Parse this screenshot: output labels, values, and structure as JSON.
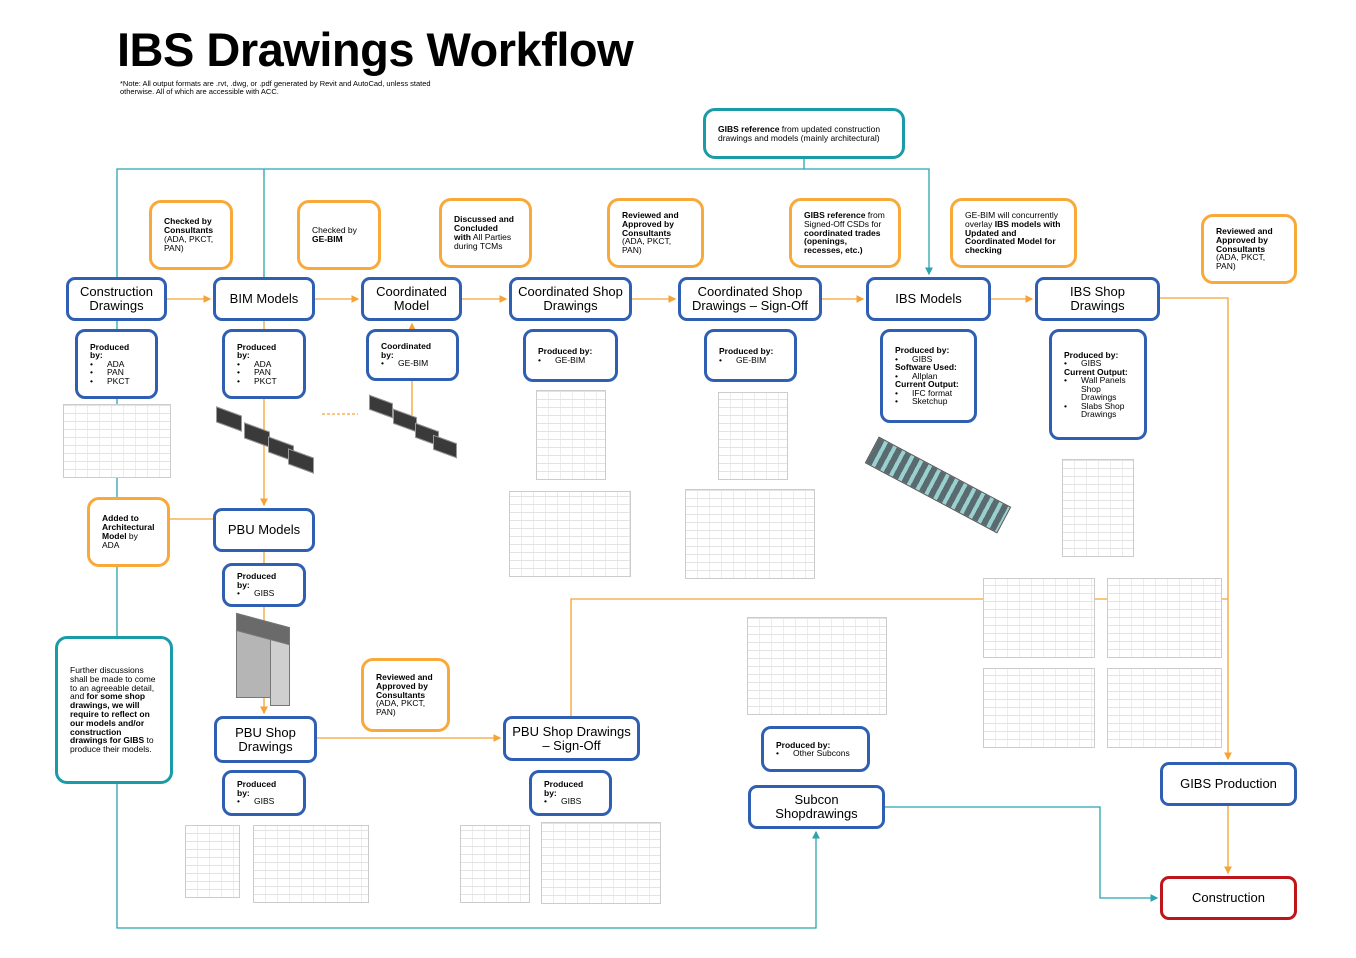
{
  "title": "IBS Drawings Workflow",
  "note": "*Note: All output formats are .rvt, .dwg, or .pdf generated by Revit and AutoCad, unless stated otherwise. All of which are accessible with ACC.",
  "colors": {
    "process_border": "#2f5fb3",
    "approval_border": "#f8a93a",
    "reference_border": "#1a9ca8",
    "final_border": "#c0141b",
    "flow_orange": "#f6a234",
    "flow_teal": "#2aa4b0"
  },
  "nodes": [
    {
      "id": "cd",
      "label": "Construction Drawings"
    },
    {
      "id": "bim",
      "label": "BIM Models"
    },
    {
      "id": "cm",
      "label": "Coordinated Model"
    },
    {
      "id": "csd",
      "label": "Coordinated Shop Drawings"
    },
    {
      "id": "csso",
      "label": "Coordinated Shop Drawings – Sign-Off"
    },
    {
      "id": "ibs",
      "label": "IBS Models"
    },
    {
      "id": "ibssd",
      "label": "IBS Shop Drawings"
    },
    {
      "id": "pbu",
      "label": "PBU Models"
    },
    {
      "id": "pbusd",
      "label": "PBU Shop Drawings"
    },
    {
      "id": "pbuso",
      "label": "PBU Shop Drawings – Sign-Off"
    },
    {
      "id": "subcon",
      "label": "Subcon Shopdrawings"
    },
    {
      "id": "gibsprod",
      "label": "GIBS Production"
    },
    {
      "id": "construction",
      "label": "Construction",
      "variant": "red"
    }
  ],
  "produced": [
    {
      "id": "cd",
      "lines": [
        {
          "b": "Produced by:"
        },
        {
          "li": "ADA"
        },
        {
          "li": "PAN"
        },
        {
          "li": "PKCT"
        }
      ]
    },
    {
      "id": "bim",
      "lines": [
        {
          "b": "Produced by:"
        },
        {
          "li": "ADA"
        },
        {
          "li": "PAN"
        },
        {
          "li": "PKCT"
        }
      ]
    },
    {
      "id": "cm",
      "lines": [
        {
          "b": "Coordinated by:"
        },
        {
          "li": "GE-BIM"
        }
      ]
    },
    {
      "id": "csd",
      "lines": [
        {
          "b": "Produced by:"
        },
        {
          "li": "GE-BIM"
        }
      ]
    },
    {
      "id": "csso",
      "lines": [
        {
          "b": "Produced by:"
        },
        {
          "li": "GE-BIM"
        }
      ]
    },
    {
      "id": "ibs",
      "lines": [
        {
          "b": "Produced by:"
        },
        {
          "li": "GIBS"
        },
        {
          "b": "Software Used:"
        },
        {
          "li": "Allplan"
        },
        {
          "b": "Current Output:"
        },
        {
          "li": "IFC format"
        },
        {
          "li": "Sketchup"
        }
      ]
    },
    {
      "id": "ibssd",
      "lines": [
        {
          "b": "Produced by:"
        },
        {
          "li": "GIBS"
        },
        {
          "b": "Current Output:"
        },
        {
          "li": "Wall Panels Shop Drawings"
        },
        {
          "li": "Slabs Shop Drawings"
        }
      ]
    },
    {
      "id": "pbu",
      "lines": [
        {
          "b": "Produced by:"
        },
        {
          "li": "GIBS"
        }
      ]
    },
    {
      "id": "pbusd",
      "lines": [
        {
          "b": "Produced by:"
        },
        {
          "li": "GIBS"
        }
      ]
    },
    {
      "id": "pbuso",
      "lines": [
        {
          "b": "Produced by:"
        },
        {
          "li": "GIBS"
        }
      ]
    },
    {
      "id": "subcon",
      "lines": [
        {
          "b": "Produced by:"
        },
        {
          "li": "Other Subcons"
        }
      ]
    }
  ],
  "notes": [
    {
      "id": "n1",
      "segs": [
        {
          "b": "Checked by Consultants"
        },
        {
          "t": " (ADA, PKCT, PAN)"
        }
      ]
    },
    {
      "id": "n2",
      "segs": [
        {
          "t": "Checked by "
        },
        {
          "b": "GE-BIM"
        }
      ]
    },
    {
      "id": "n3",
      "segs": [
        {
          "b": "Discussed and Concluded with"
        },
        {
          "t": " All Parties during TCMs"
        }
      ]
    },
    {
      "id": "n4",
      "segs": [
        {
          "b": "Reviewed and Approved by Consultants"
        },
        {
          "t": " (ADA, PKCT, PAN)"
        }
      ]
    },
    {
      "id": "n5",
      "segs": [
        {
          "b": "GIBS reference"
        },
        {
          "t": " from Signed-Off CSDs for "
        },
        {
          "b": "coordinated trades (openings, recesses, etc.)"
        }
      ]
    },
    {
      "id": "n6",
      "segs": [
        {
          "t": "GE-BIM will concurrently overlay "
        },
        {
          "b": "IBS models with Updated and Coordinated Model for checking"
        }
      ]
    },
    {
      "id": "n7",
      "segs": [
        {
          "b": "Reviewed and Approved by Consultants"
        },
        {
          "t": " (ADA, PKCT, PAN)"
        }
      ]
    },
    {
      "id": "n8",
      "segs": [
        {
          "b": "Added to Architectural Model"
        },
        {
          "t": " by ADA"
        }
      ]
    },
    {
      "id": "n9",
      "segs": [
        {
          "b": "Reviewed and Approved by Consultants"
        },
        {
          "t": " (ADA, PKCT, PAN)"
        }
      ]
    },
    {
      "id": "t1",
      "variant": "teal",
      "segs": [
        {
          "b": "GIBS reference"
        },
        {
          "t": " from updated construction drawings and models (mainly architectural)"
        }
      ]
    },
    {
      "id": "t2",
      "variant": "teal",
      "segs": [
        {
          "t": "Further discussions shall be made to come to an agreeable detail, and "
        },
        {
          "b": "for some shop drawings, we will require to reflect on our models and/or construction drawings for GIBS"
        },
        {
          "t": " to produce their models."
        }
      ]
    }
  ]
}
